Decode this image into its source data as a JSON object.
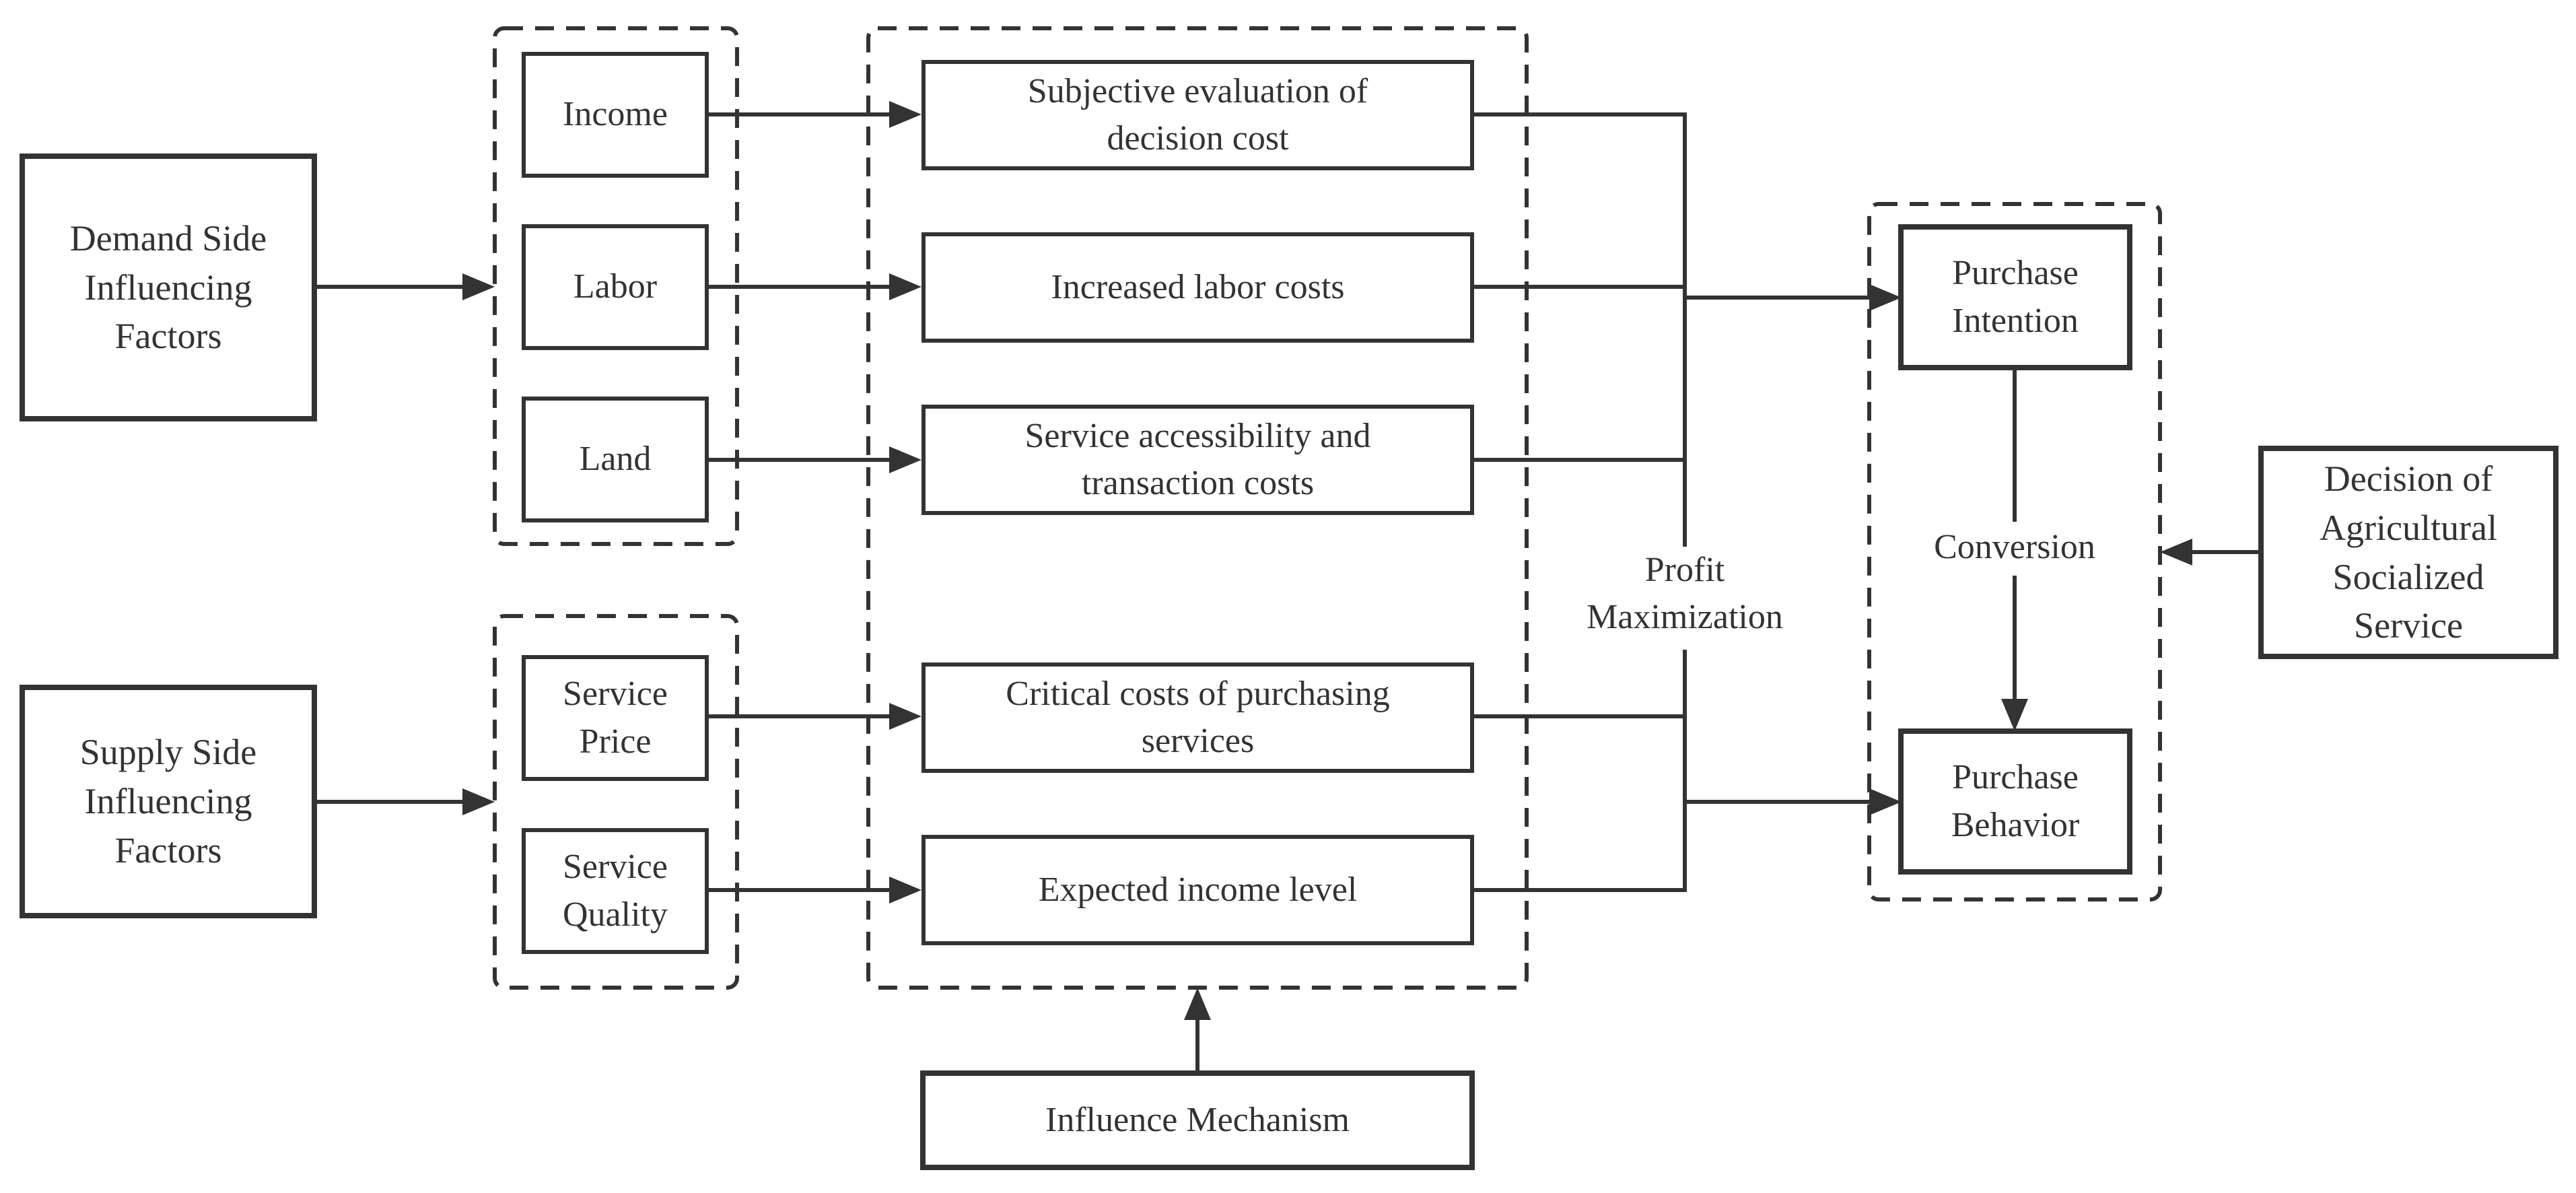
{
  "colors": {
    "line": "#333333",
    "background": "#ffffff"
  },
  "nodes": {
    "demand_side": "Demand Side\nInfluencing\nFactors",
    "supply_side": "Supply Side\nInfluencing\nFactors",
    "income": "Income",
    "labor": "Labor",
    "land": "Land",
    "service_price": "Service\nPrice",
    "service_quality": "Service\nQuality",
    "subjective_evaluation": "Subjective evaluation of\ndecision cost",
    "increased_labor_costs": "Increased labor costs",
    "service_accessibility": "Service accessibility and\ntransaction costs",
    "critical_costs": "Critical costs of purchasing\nservices",
    "expected_income": "Expected income level",
    "influence_mechanism": "Influence Mechanism",
    "purchase_intention": "Purchase\nIntention",
    "purchase_behavior": "Purchase\nBehavior",
    "decision_service": "Decision of\nAgricultural\nSocialized\nService"
  },
  "labels": {
    "profit_maximization": "Profit\nMaximization",
    "conversion": "Conversion"
  }
}
